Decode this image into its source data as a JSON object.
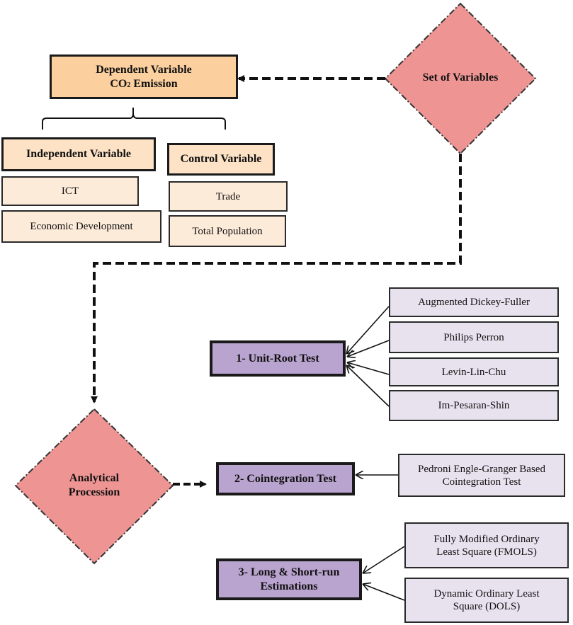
{
  "set_of_variables": "Set of Variables",
  "dependent": {
    "line1": "Dependent Variable",
    "line2_prefix": "CO",
    "line2_sub": "2",
    "line2_suffix": " Emission"
  },
  "independent": {
    "title": "Independent Variable",
    "items": [
      "ICT",
      "Economic Development"
    ]
  },
  "control": {
    "title": "Control Variable",
    "items": [
      "Trade",
      "Total Population"
    ]
  },
  "analytical": {
    "line1": "Analytical",
    "line2": "Procession"
  },
  "unit_root": {
    "title": "1- Unit-Root Test",
    "tests": [
      "Augmented Dickey-Fuller",
      "Philips Perron",
      "Levin-Lin-Chu",
      "Im-Pesaran-Shin"
    ]
  },
  "cointegration": {
    "title": "2- Cointegration Test",
    "method_line1": "Pedroni Engle-Granger Based",
    "method_line2": "Cointegration Test"
  },
  "estimation": {
    "title_line1": "3- Long & Short-run",
    "title_line2": "Estimations",
    "methods": [
      {
        "line1": "Fully Modified Ordinary",
        "line2": "Least Square (FMOLS)"
      },
      {
        "line1": "Dynamic Ordinary Least",
        "line2": "Square (DOLS)"
      }
    ]
  },
  "colors": {
    "diamond_fill": "#ee9594",
    "orange": "#fbcf9e",
    "purple": "#b9a3cf",
    "lavender": "#e8e2ef",
    "peach": "#fdebd9"
  }
}
